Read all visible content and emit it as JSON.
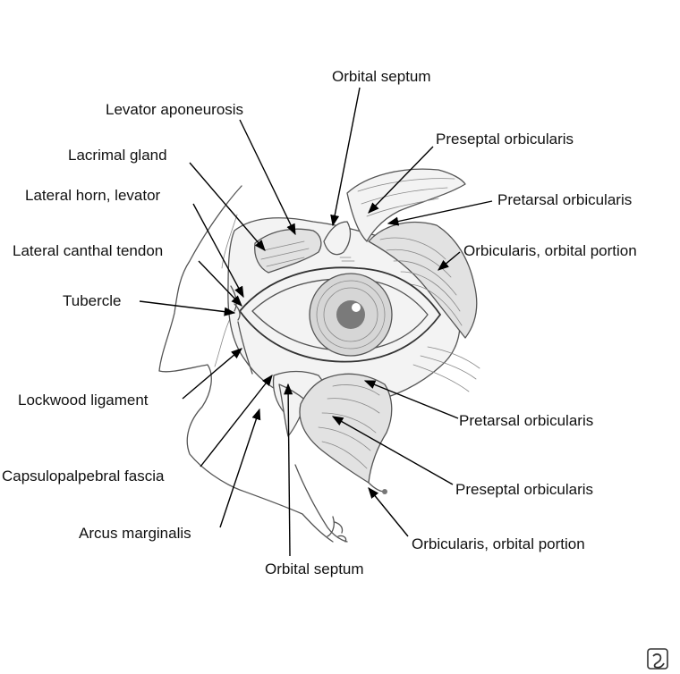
{
  "labels": {
    "orbital_septum_top": "Orbital septum",
    "levator_aponeurosis": "Levator aponeurosis",
    "preseptal_orbicularis_top": "Preseptal orbicularis",
    "lacrimal_gland": "Lacrimal gland",
    "pretarsal_orbicularis_top": "Pretarsal orbicularis",
    "lateral_horn_levator": "Lateral horn, levator",
    "orbicularis_orbital_portion_top": "Orbicularis, orbital portion",
    "lateral_canthal_tendon": "Lateral canthal tendon",
    "tubercle": "Tubercle",
    "lockwood_ligament": "Lockwood ligament",
    "pretarsal_orbicularis_bottom": "Pretarsal orbicularis",
    "capsulopalpebral_fascia": "Capsulopalpebral fascia",
    "preseptal_orbicularis_bottom": "Preseptal orbicularis",
    "arcus_marginalis": "Arcus marginalis",
    "orbicularis_orbital_portion_bottom": "Orbicularis, orbital portion",
    "orbital_septum_bottom": "Orbital septum"
  },
  "colors": {
    "label_text": "#111111",
    "leader_line": "#000000",
    "sketch_line": "#555555",
    "background": "#ffffff"
  },
  "icons": {
    "corner_mark": "watermark-icon"
  }
}
